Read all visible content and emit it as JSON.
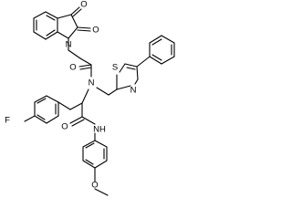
{
  "molecule": {
    "labels": {
      "o_isatin_3": "O",
      "o_isatin_2": "O",
      "n_isatin": "N",
      "o_acetyl": "O",
      "n_amide": "N",
      "s_thiazole": "S",
      "n_thiazole": "N",
      "f": "F",
      "o_anilide": "O",
      "nh": "NH",
      "o_methoxy": "O"
    }
  }
}
